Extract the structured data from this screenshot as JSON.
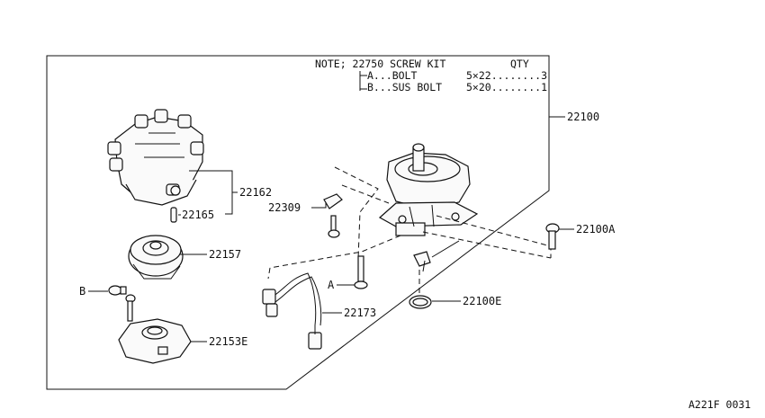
{
  "note": {
    "header": "NOTE; 22750 SCREW KIT",
    "qty_header": "QTY",
    "items": [
      {
        "label": "A...BOLT",
        "size": "5×22........3"
      },
      {
        "label": "B...SUS BOLT",
        "size": "5×20........1"
      }
    ]
  },
  "labels": {
    "p22100": "22100",
    "p22162": "22162",
    "p22165": "22165",
    "p22309": "22309",
    "p22157": "22157",
    "p22100a": "22100A",
    "pB": "B",
    "pA": "A",
    "p22100e": "22100E",
    "p22173": "22173",
    "p22153e": "22153E"
  },
  "footer": {
    "code": "A221F 0031"
  }
}
